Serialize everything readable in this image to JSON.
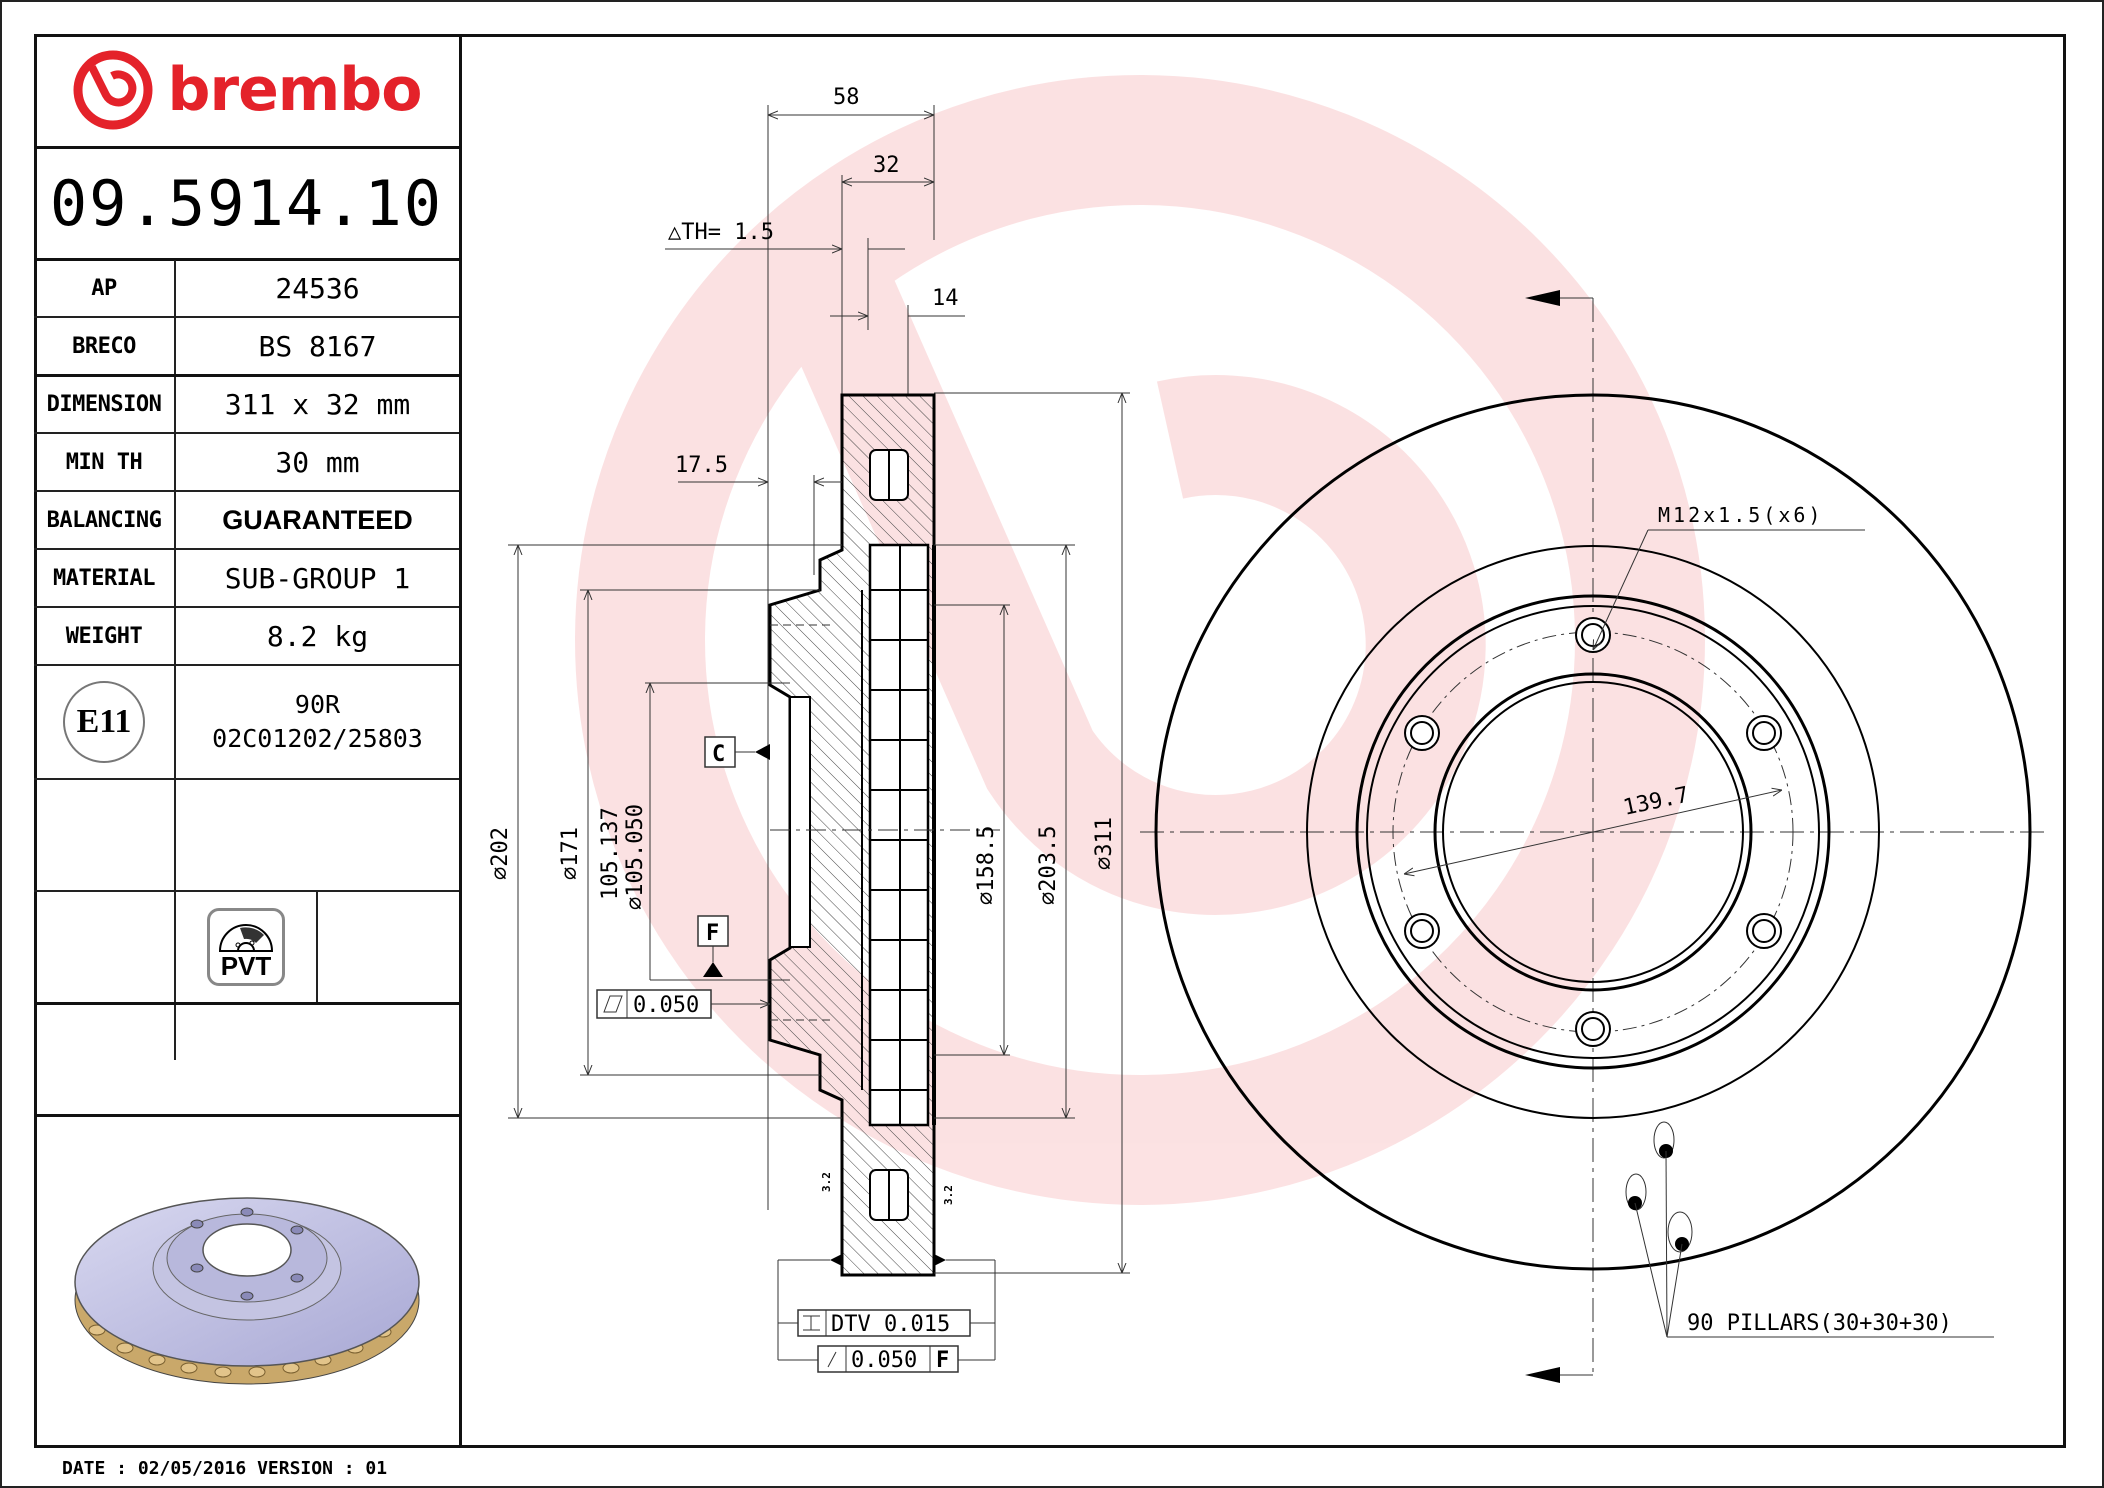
{
  "brand": {
    "name": "brembo",
    "color": "#e4222a",
    "icon": "brembo-logo-icon"
  },
  "part_number": "09.5914.10",
  "specs": [
    {
      "label": "AP",
      "value": "24536"
    },
    {
      "label": "BRECO",
      "value": "BS 8167"
    },
    {
      "label": "DIMENSION",
      "value": "311 x 32 mm"
    },
    {
      "label": "MIN TH",
      "value": "30 mm"
    },
    {
      "label": "BALANCING",
      "value": "GUARANTEED"
    },
    {
      "label": "MATERIAL",
      "value": "SUB-GROUP 1"
    },
    {
      "label": "WEIGHT",
      "value": "8.2 kg"
    }
  ],
  "approval": {
    "mark": "E11",
    "line1": "90R",
    "line2": "02C01202/25803"
  },
  "badge": {
    "label": "PVT",
    "icon": "pvt-vented-disc-icon"
  },
  "footer": {
    "text": "DATE : 02/05/2016 VERSION : 01",
    "date": "02/05/2016",
    "version": "01"
  },
  "section_view": {
    "dims": {
      "overall_height": "58",
      "disc_thickness": "32",
      "delta_th": "△TH= 1.5",
      "pillar_offset": "14",
      "hat_offset": "17.5",
      "d202": "⌀202",
      "d171": "⌀171",
      "d105_upper": "105.137",
      "d105_lower": "⌀105.050",
      "d158": "⌀158.5",
      "d203": "⌀203.5",
      "d311": "⌀311"
    },
    "datums": {
      "c": "C",
      "f": "F"
    },
    "flatness": {
      "symbol": "⏥",
      "value": "0.050"
    },
    "dtv": {
      "symbol": "⌶",
      "label": "DTV 0.015"
    },
    "runout": {
      "symbol": "↗",
      "value": "0.050",
      "datum": "F"
    },
    "roughness": [
      "3.2",
      "3.2"
    ]
  },
  "front_view": {
    "bolt_thread": "M12x1.5(x6)",
    "pcd": "139.7",
    "pillars": "90 PILLARS(30+30+30)"
  }
}
